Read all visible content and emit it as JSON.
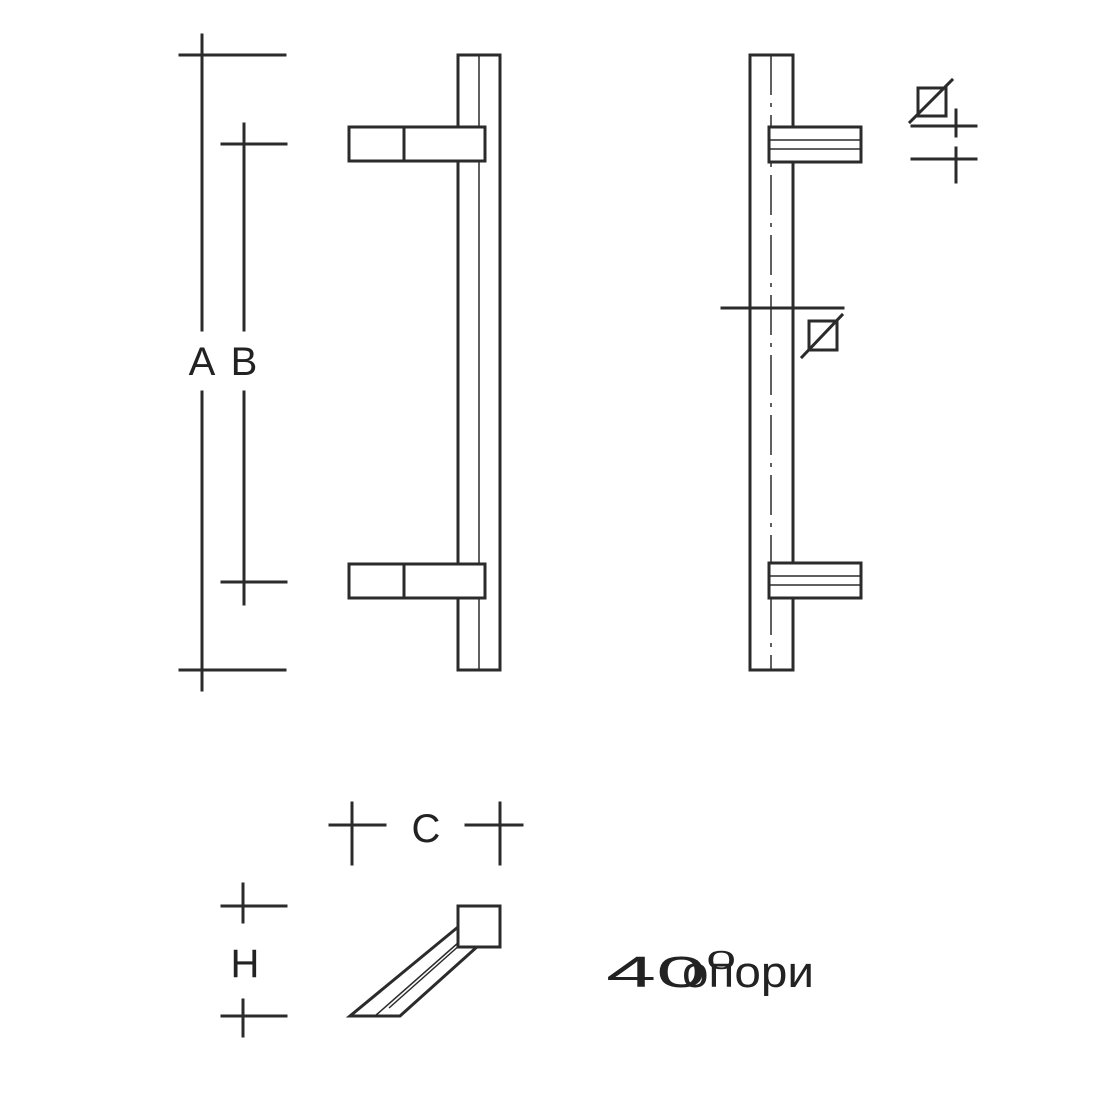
{
  "dimension_labels": {
    "a": "A",
    "b": "B",
    "c": "C",
    "h": "H"
  },
  "note": {
    "angle": "40",
    "degree": "0",
    "text": "опори"
  },
  "symbols": {
    "square_section_icon": "square-section-icon"
  }
}
